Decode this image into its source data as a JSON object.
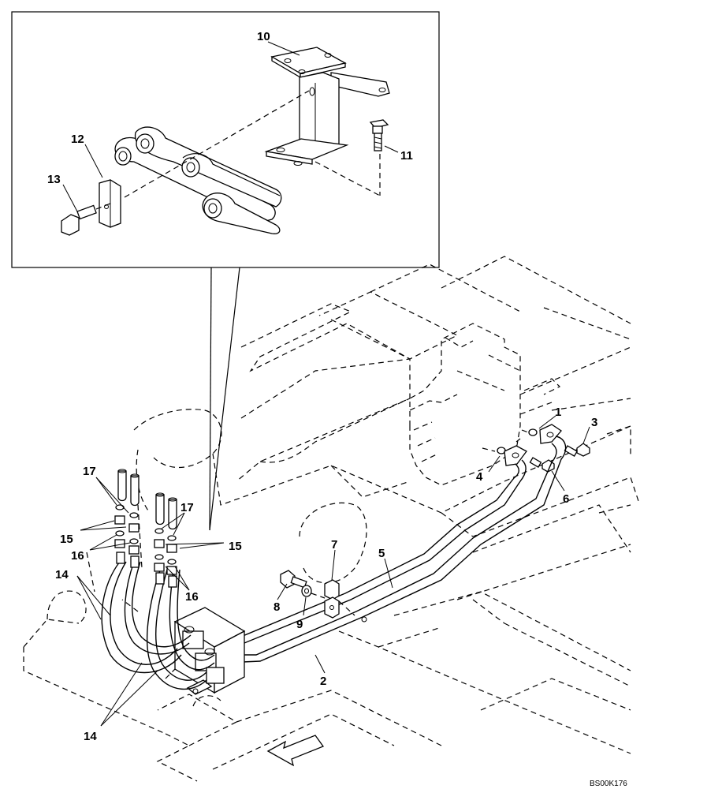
{
  "callouts": [
    {
      "id": "c1",
      "text": "1"
    },
    {
      "id": "c2",
      "text": "2"
    },
    {
      "id": "c3",
      "text": "3"
    },
    {
      "id": "c4",
      "text": "4"
    },
    {
      "id": "c5",
      "text": "5"
    },
    {
      "id": "c6",
      "text": "6"
    },
    {
      "id": "c7",
      "text": "7"
    },
    {
      "id": "c8",
      "text": "8"
    },
    {
      "id": "c9",
      "text": "9"
    },
    {
      "id": "c10",
      "text": "10"
    },
    {
      "id": "c11",
      "text": "11"
    },
    {
      "id": "c12",
      "text": "12"
    },
    {
      "id": "c13",
      "text": "13"
    },
    {
      "id": "c14a",
      "text": "14"
    },
    {
      "id": "c14b",
      "text": "14"
    },
    {
      "id": "c15a",
      "text": "15"
    },
    {
      "id": "c15b",
      "text": "15"
    },
    {
      "id": "c16a",
      "text": "16"
    },
    {
      "id": "c16b",
      "text": "16"
    },
    {
      "id": "c17a",
      "text": "17"
    },
    {
      "id": "c17b",
      "text": "17"
    }
  ],
  "drawing_code": "BS00K176"
}
